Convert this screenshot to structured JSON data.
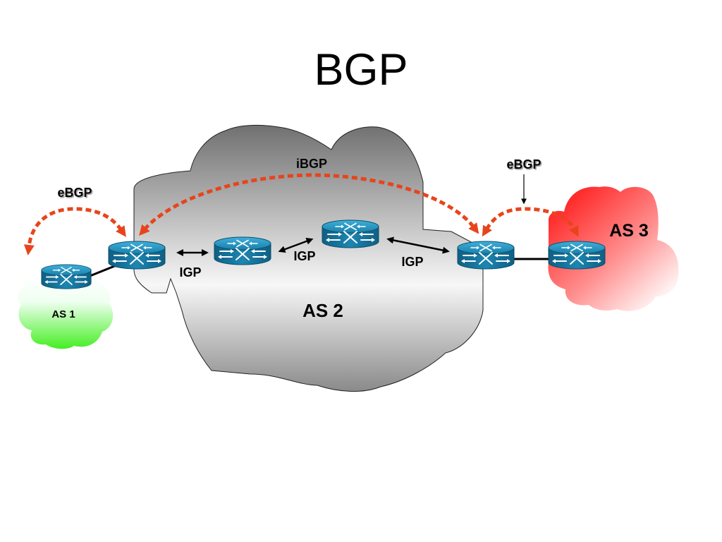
{
  "title": "BGP",
  "autonomous_systems": {
    "as1": {
      "label": "AS 1",
      "color": "#44ee22"
    },
    "as2": {
      "label": "AS 2",
      "color": "#707070"
    },
    "as3": {
      "label": "AS 3",
      "color": "#ff2d2d"
    }
  },
  "bgp_sessions": {
    "ebgp_left": {
      "label": "eBGP"
    },
    "ibgp": {
      "label": "iBGP"
    },
    "ebgp_right": {
      "label": "eBGP"
    }
  },
  "igp_links": [
    {
      "label": "IGP"
    },
    {
      "label": "IGP"
    },
    {
      "label": "IGP"
    }
  ],
  "icons": {
    "router": "router-icon",
    "session_arrow": "dashed-double-arrow",
    "igp_arrow": "double-arrow"
  },
  "colors": {
    "session_arrow": "#e8441c",
    "router": "#1c86b2",
    "igp_link": "#000000"
  }
}
